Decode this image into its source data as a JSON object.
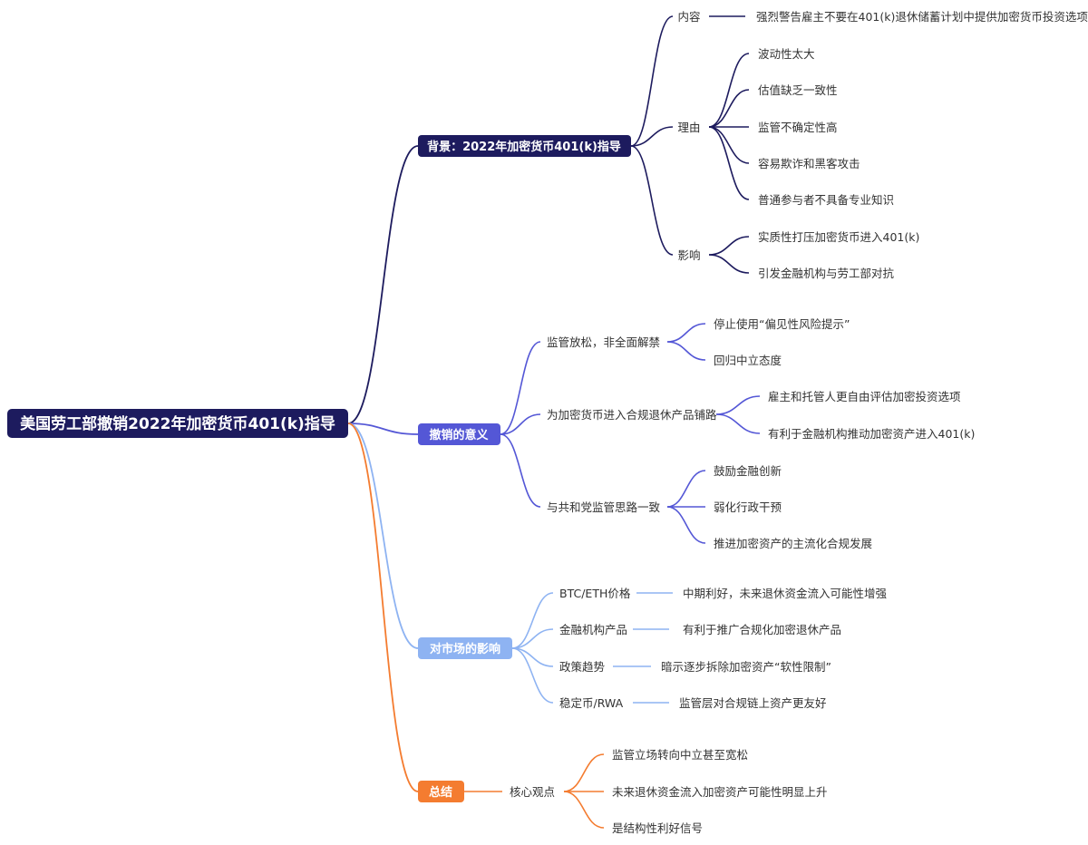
{
  "colors": {
    "root": "#1d1b5e",
    "background": "#1d1b5e",
    "significance": "#5457d6",
    "market": "#8eb3f2",
    "summary": "#f47c30"
  },
  "root": {
    "label": "美国劳工部撤销2022年加密货币401(k)指导"
  },
  "background": {
    "label": "背景：2022年加密货币401(k)指导",
    "content": {
      "label": "内容",
      "detail": "强烈警告雇主不要在401(k)退休储蓄计划中提供加密货币投资选项"
    },
    "reasons": {
      "label": "理由",
      "items": [
        "波动性太大",
        "估值缺乏一致性",
        "监管不确定性高",
        "容易欺诈和黑客攻击",
        "普通参与者不具备专业知识"
      ]
    },
    "impact": {
      "label": "影响",
      "items": [
        "实质性打压加密货币进入401(k)",
        "引发金融机构与劳工部对抗"
      ]
    }
  },
  "significance": {
    "label": "撤销的意义",
    "groups": [
      {
        "label": "监管放松，非全面解禁",
        "items": [
          "停止使用“偏见性风险提示”",
          "回归中立态度"
        ]
      },
      {
        "label": "为加密货币进入合规退休产品铺路",
        "items": [
          "雇主和托管人更自由评估加密投资选项",
          "有利于金融机构推动加密资产进入401(k)"
        ]
      },
      {
        "label": "与共和党监管思路一致",
        "items": [
          "鼓励金融创新",
          "弱化行政干预",
          "推进加密资产的主流化合规发展"
        ]
      }
    ]
  },
  "market": {
    "label": "对市场的影响",
    "items": [
      {
        "label": "BTC/ETH价格",
        "detail": "中期利好，未来退休资金流入可能性增强"
      },
      {
        "label": "金融机构产品",
        "detail": "有利于推广合规化加密退休产品"
      },
      {
        "label": "政策趋势",
        "detail": "暗示逐步拆除加密资产“软性限制”"
      },
      {
        "label": "稳定币/RWA",
        "detail": "监管层对合规链上资产更友好"
      }
    ]
  },
  "summary": {
    "label": "总结",
    "core": {
      "label": "核心观点",
      "items": [
        "监管立场转向中立甚至宽松",
        "未来退休资金流入加密资产可能性明显上升",
        "是结构性利好信号"
      ]
    }
  }
}
